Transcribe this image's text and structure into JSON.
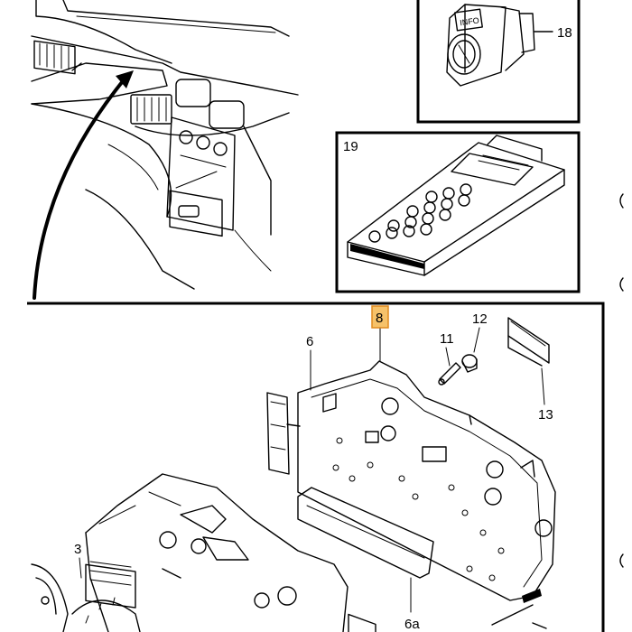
{
  "diagram": {
    "panels": {
      "dashboard_view": {
        "name": "dashboard-overview"
      },
      "info_switch": {
        "part_number": "18",
        "switch_text": "INFO"
      },
      "diagnostic_tool": {
        "part_number": "19"
      },
      "instrument_cluster": {
        "parts": [
          {
            "id": "8",
            "highlighted": true
          },
          {
            "id": "12"
          },
          {
            "id": "6"
          },
          {
            "id": "11"
          },
          {
            "id": "13"
          },
          {
            "id": "3"
          },
          {
            "id": "6a"
          }
        ]
      }
    },
    "highlight_color": "#f6c26a"
  }
}
